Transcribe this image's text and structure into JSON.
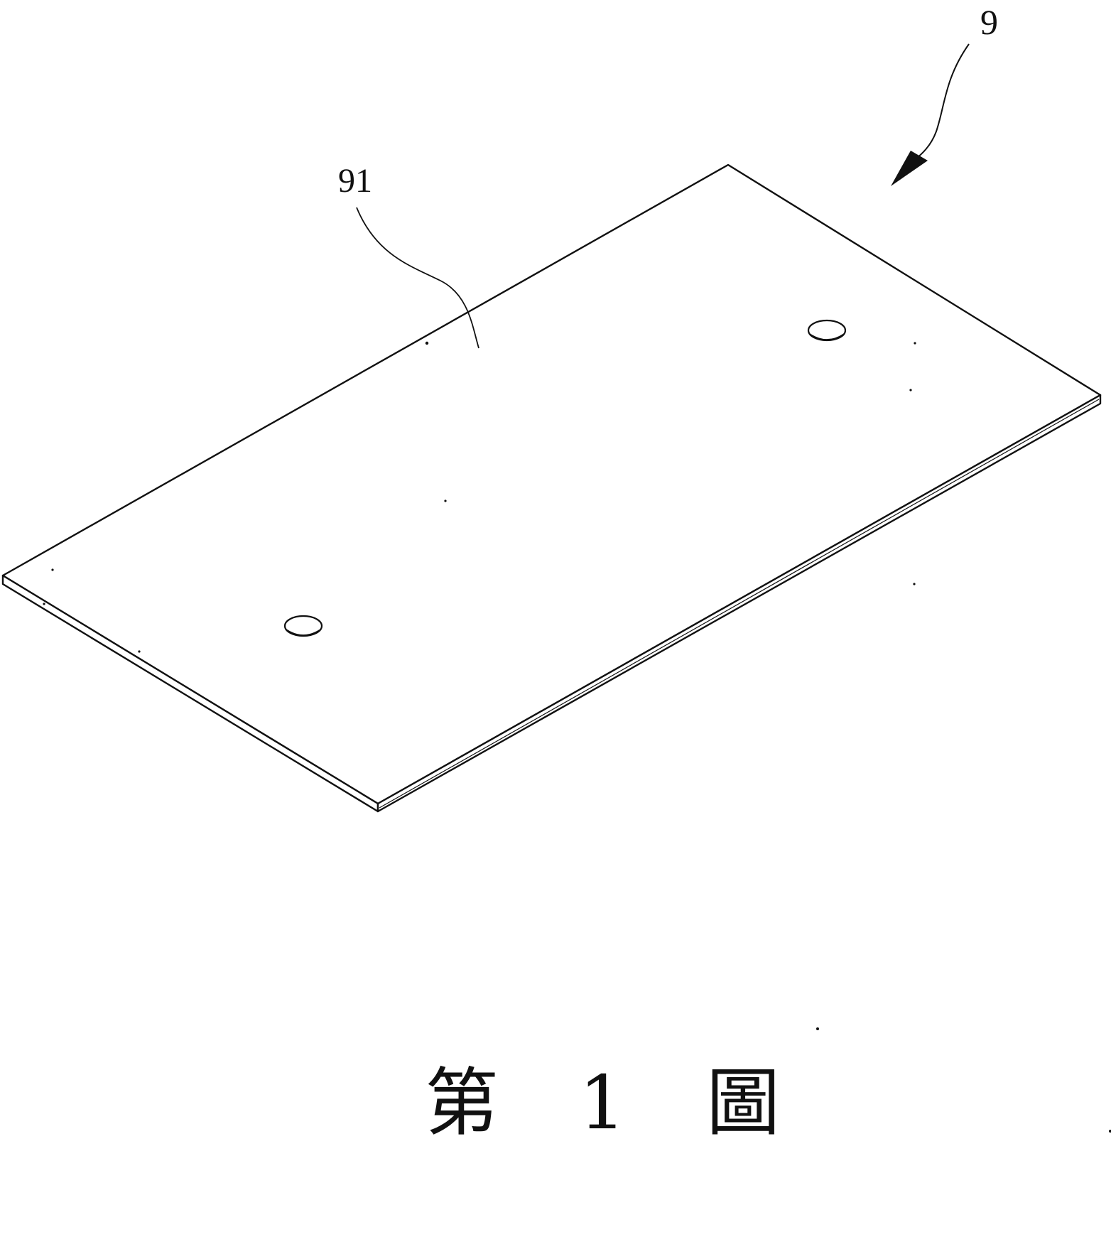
{
  "figure": {
    "labels": {
      "assembly": "9",
      "surface": "91"
    },
    "caption": "第 1 圖",
    "colors": {
      "ink": "#111111",
      "paper": "#ffffff"
    }
  }
}
